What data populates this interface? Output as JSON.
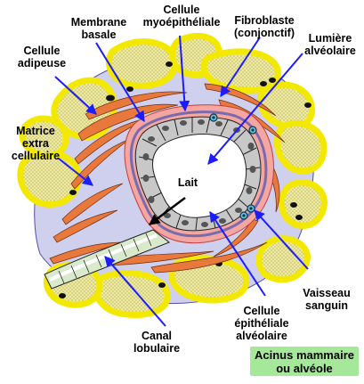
{
  "labels": {
    "membrane_basale": "Membrane\nbasale",
    "cellule_myoepitheliale": "Cellule\nmyoépithéliale",
    "fibroblaste": "Fibroblaste\n(conjonctif)",
    "lumiere_alveolaire": "Lumière\nalvéolaire",
    "cellule_adipeuse": "Cellule\nadipeuse",
    "matrice": "Matrice\nextra\ncellulaire",
    "lait": "Lait",
    "vaisseau": "Vaisseau\nsanguin",
    "cellule_epitheliale": "Cellule\népithéliale\nalvéolaire",
    "canal": "Canal\nlobulaire"
  },
  "badge": "Acinus mammaire\nou alvéole",
  "colors": {
    "adipocyte_fill": "#efeb9a",
    "adipocyte_border": "#f3e800",
    "matrix": "#cfcfee",
    "fibroblast": "#e8783c",
    "myoepithelial": "#f4a6a0",
    "epithelial": "#c8c8c8",
    "basement": "#7a6bb0",
    "vessel": "#5ec8e0",
    "arrow": "#1c1cff",
    "badge": "#a6e89a"
  }
}
